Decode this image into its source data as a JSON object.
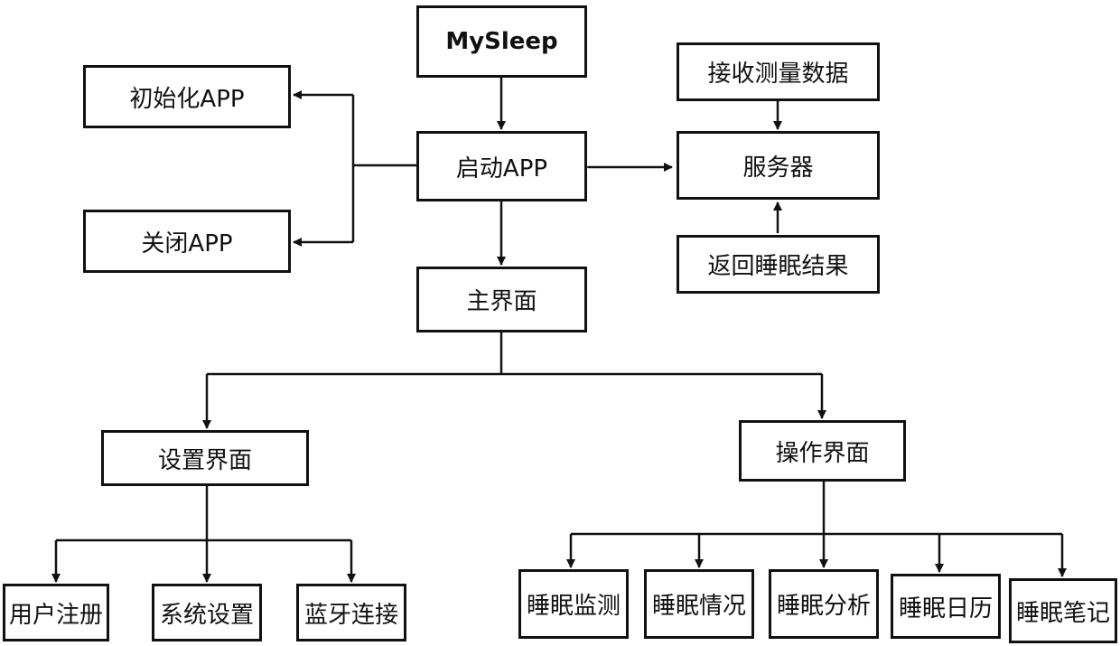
{
  "colors": {
    "line": "#111111",
    "box_border": "#111111",
    "text": "#111111",
    "background": "#ffffff"
  },
  "nodes": {
    "mysleep": "MySleep",
    "init_app": "初始化APP",
    "close_app": "关闭APP",
    "start_app": "启动APP",
    "receive_data": "接收测量数据",
    "server": "服务器",
    "return_result": "返回睡眠结果",
    "main_ui": "主界面",
    "settings_ui": "设置界面",
    "operation_ui": "操作界面",
    "user_register": "用户注册",
    "system_settings": "系统设置",
    "bluetooth": "蓝牙连接",
    "sleep_monitor": "睡眠监测",
    "sleep_status": "睡眠情况",
    "sleep_analysis": "睡眠分析",
    "sleep_calendar": "睡眠日历",
    "sleep_notes": "睡眠笔记"
  }
}
